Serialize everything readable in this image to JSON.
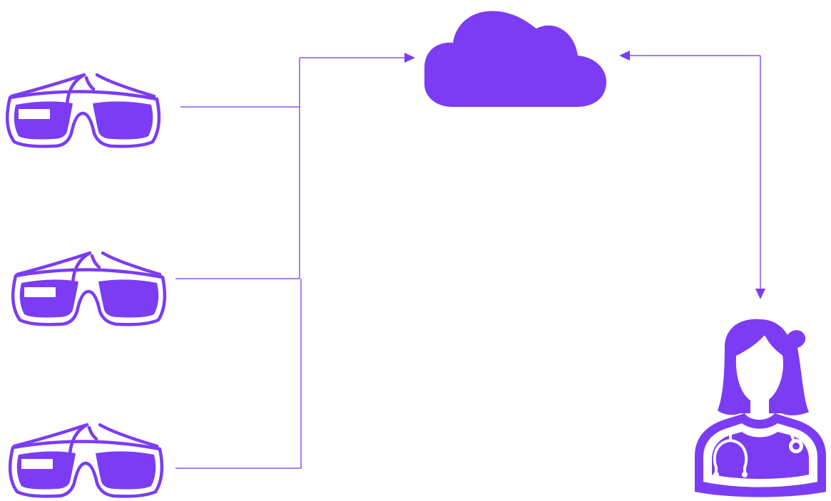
{
  "colors": {
    "accent": "#7b3cf4",
    "background": "#ffffff",
    "connector": "#8d52f2"
  },
  "nodes": {
    "cloud": {
      "icon": "cloud-icon"
    },
    "devices": [
      {
        "icon": "smart-glasses-icon"
      },
      {
        "icon": "smart-glasses-icon"
      },
      {
        "icon": "smart-glasses-icon"
      }
    ],
    "doctor": {
      "icon": "doctor-icon"
    }
  },
  "connections": [
    {
      "from": "devices",
      "to": "cloud",
      "direction": "one-way"
    },
    {
      "from": "cloud",
      "to": "doctor",
      "direction": "two-way"
    }
  ]
}
